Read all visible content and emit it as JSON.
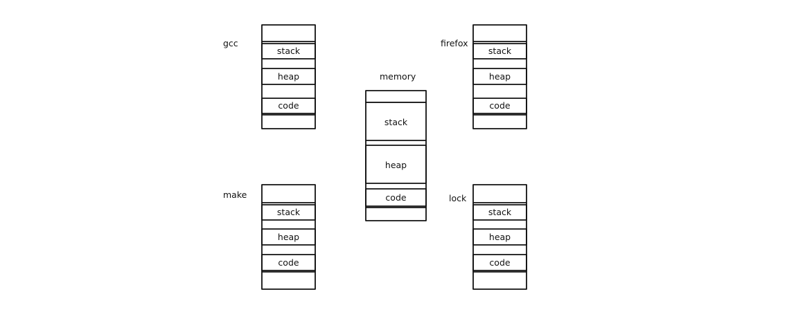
{
  "processes": [
    {
      "name": "gcc",
      "segments": [
        {
          "kind": "empty",
          "label": ""
        },
        {
          "kind": "stack",
          "label": "stack"
        },
        {
          "kind": "heap",
          "label": "heap"
        },
        {
          "kind": "code",
          "label": "code"
        },
        {
          "kind": "empty",
          "label": ""
        }
      ]
    },
    {
      "name": "firefox",
      "segments": [
        {
          "kind": "empty",
          "label": ""
        },
        {
          "kind": "stack",
          "label": "stack"
        },
        {
          "kind": "heap",
          "label": "heap"
        },
        {
          "kind": "code",
          "label": "code"
        },
        {
          "kind": "empty",
          "label": ""
        }
      ]
    },
    {
      "name": "make",
      "segments": [
        {
          "kind": "empty",
          "label": ""
        },
        {
          "kind": "stack",
          "label": "stack"
        },
        {
          "kind": "heap",
          "label": "heap"
        },
        {
          "kind": "code",
          "label": "code"
        },
        {
          "kind": "empty",
          "label": ""
        }
      ]
    },
    {
      "name": "lock",
      "segments": [
        {
          "kind": "empty",
          "label": ""
        },
        {
          "kind": "stack",
          "label": "stack"
        },
        {
          "kind": "heap",
          "label": "heap"
        },
        {
          "kind": "code",
          "label": "code"
        },
        {
          "kind": "empty",
          "label": ""
        }
      ]
    }
  ],
  "memory": {
    "name": "memory",
    "segments": [
      {
        "kind": "empty",
        "label": ""
      },
      {
        "kind": "stack",
        "label": "stack"
      },
      {
        "kind": "heap",
        "label": "heap"
      },
      {
        "kind": "code",
        "label": "code"
      },
      {
        "kind": "empty",
        "label": ""
      }
    ]
  }
}
